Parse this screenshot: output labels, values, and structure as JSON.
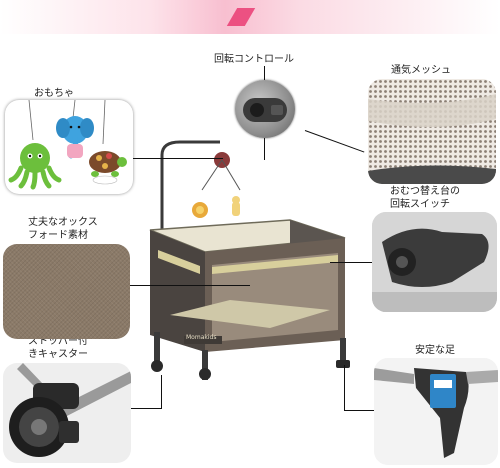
{
  "labels": {
    "toys": "おもちゃ",
    "rotation_control": "回転コントロール",
    "mesh": "通気メッシュ",
    "fabric_line1": "丈夫なオックス",
    "fabric_line2": "フォード素材",
    "switch_line1": "おむつ替え台の",
    "switch_line2": "回転スイッチ",
    "caster_line1": "ストッパー付",
    "caster_line2": "きキャスター",
    "foot": "安定な足"
  },
  "product": {
    "brand_text": "Momakids"
  },
  "colors": {
    "banner_pink": "#f8bfd0",
    "accent_pink": "#e8336d",
    "frame_dark": "#3a3a3a",
    "fabric_brown": "#8b7a68"
  },
  "icons": [
    "octopus-toy-icon",
    "elephant-toy-icon",
    "turtle-toy-icon",
    "lion-toy-icon",
    "giraffe-toy-icon"
  ]
}
